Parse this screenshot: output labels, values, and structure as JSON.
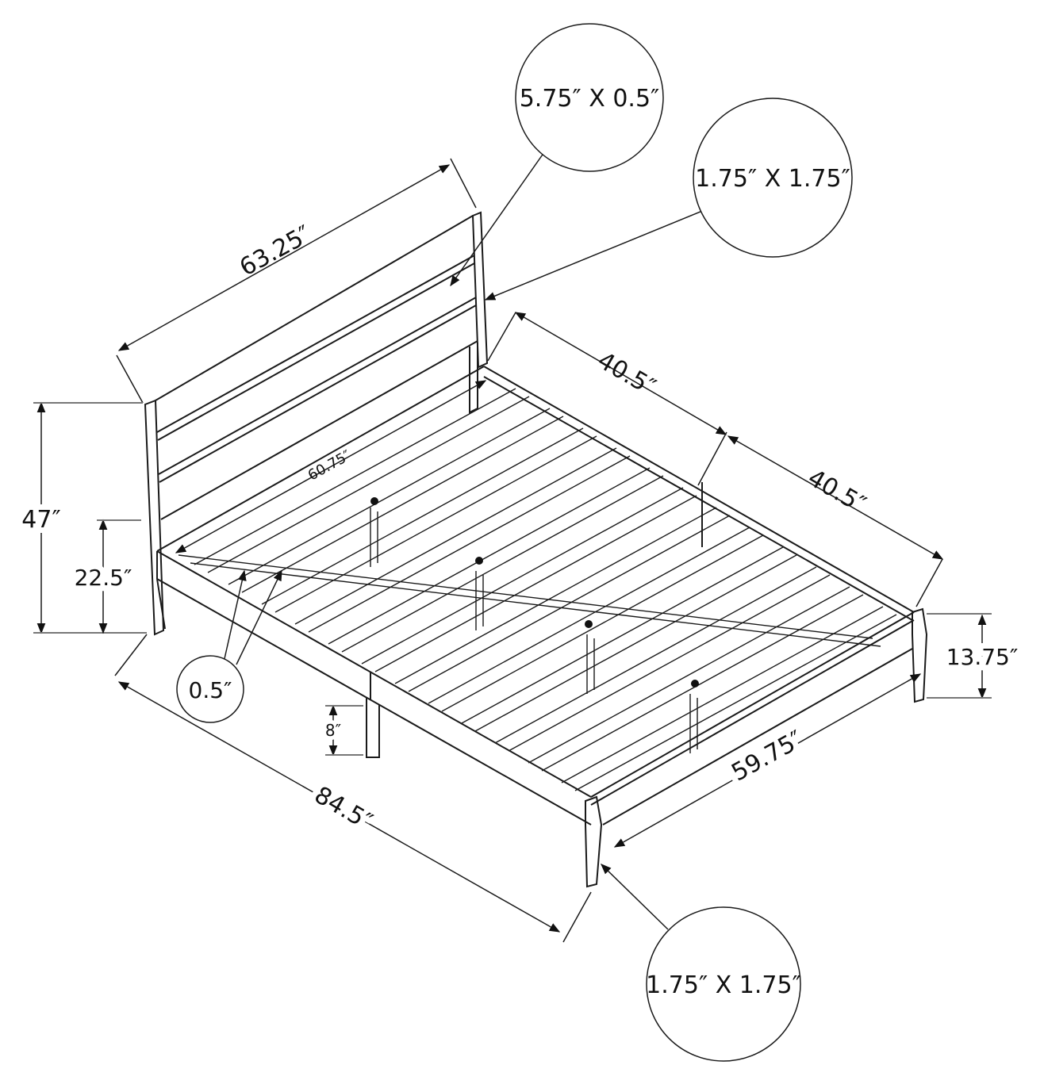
{
  "diagram": {
    "subject": "Platform bed frame with headboard and slats",
    "units": "inches",
    "dimensions": {
      "headboard_width": "63.25″",
      "inner_width": "60.75″",
      "side_rail_first_half": "40.5″",
      "side_rail_second_half": "40.5″",
      "headboard_height": "47″",
      "headboard_leg_height": "22.5″",
      "slat_thickness": "0.5″",
      "center_leg_height": "8″",
      "overall_length": "84.5″",
      "footboard_width": "59.75″",
      "footboard_height": "13.75″"
    },
    "callouts": {
      "headboard_slat": "5.75″ X 0.5″",
      "headboard_post": "1.75″ X 1.75″",
      "foot_leg": "1.75″ X 1.75″",
      "slat_thickness": "0.5″"
    }
  }
}
